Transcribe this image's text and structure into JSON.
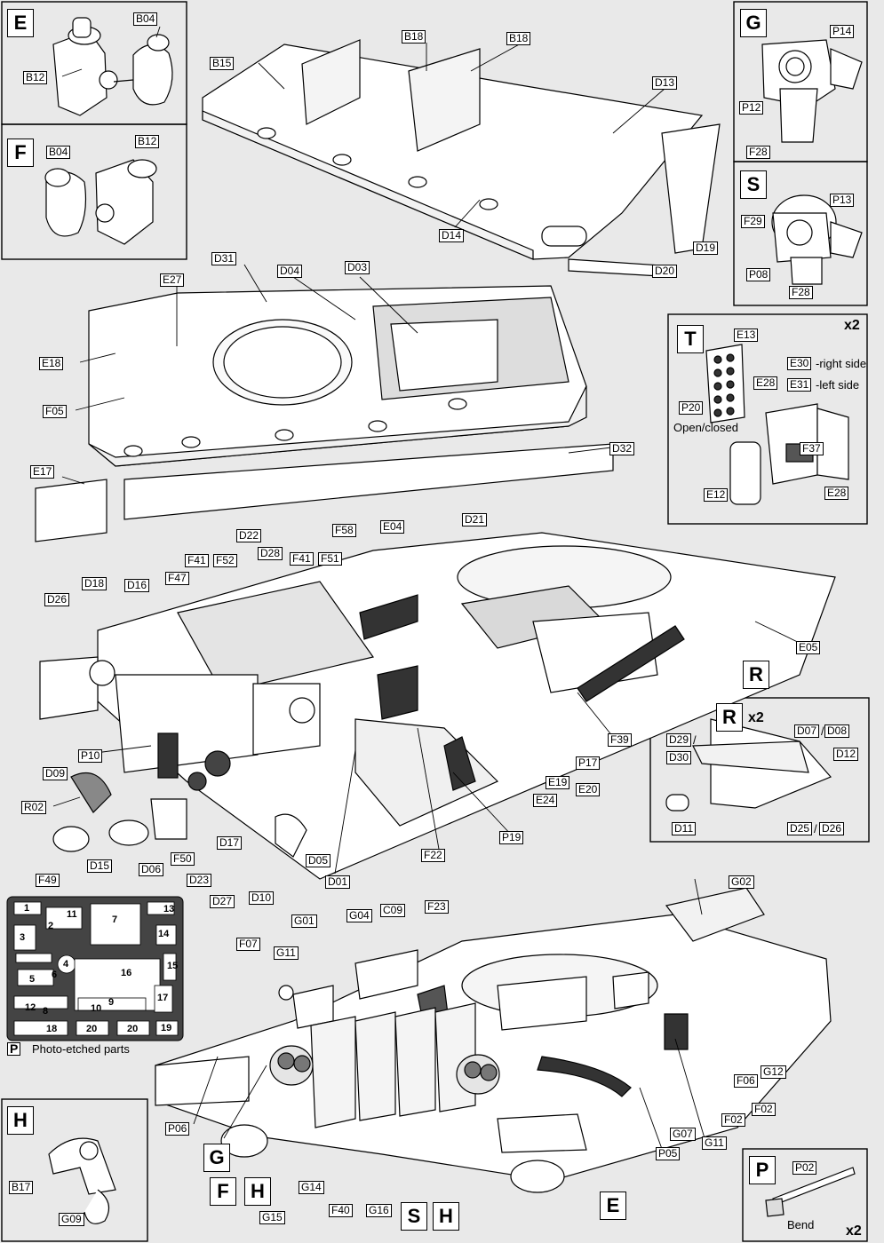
{
  "panels": {
    "E": "E",
    "F": "F",
    "G": "G",
    "S": "S",
    "T": "T",
    "R": "R",
    "P": "P",
    "H": "H"
  },
  "callouts": {
    "B04": "B04",
    "B12": "B12",
    "B18a": "B18",
    "B18b": "B18",
    "B15": "B15",
    "D13": "D13",
    "D14": "D14",
    "D19": "D19",
    "D20": "D20",
    "P14": "P14",
    "P12": "P12",
    "F28": "F28",
    "P13": "P13",
    "F29": "F29",
    "P08": "P08",
    "F28b": "F28",
    "D31": "D31",
    "D04": "D04",
    "D03": "D03",
    "E27": "E27",
    "E18": "E18",
    "F05": "F05",
    "D32": "D32",
    "E17": "E17",
    "E13": "E13",
    "E30": "E30",
    "E31": "E31",
    "E28": "E28",
    "P20": "P20",
    "F37": "F37",
    "E12": "E12",
    "E28b": "E28",
    "D22": "D22",
    "F41": "F41",
    "F52": "F52",
    "D28": "D28",
    "F41b": "F41",
    "F51": "F51",
    "F58": "F58",
    "E04": "E04",
    "D21": "D21",
    "D18": "D18",
    "D16": "D16",
    "F47": "F47",
    "D26": "D26",
    "E05": "E05",
    "P10": "P10",
    "D09": "D09",
    "R02": "R02",
    "F39": "F39",
    "P17": "P17",
    "E19": "E19",
    "E20": "E20",
    "E24": "E24",
    "P19": "P19",
    "F22": "F22",
    "D01": "D01",
    "D05": "D05",
    "D10": "D10",
    "D27": "D27",
    "D17": "D17",
    "D23": "D23",
    "F50": "F50",
    "D06": "D06",
    "D15": "D15",
    "F49": "F49",
    "D29": "D29",
    "D30": "D30",
    "D07": "D07",
    "D08": "D08",
    "D12": "D12",
    "D11": "D11",
    "D25": "D25",
    "D26b": "D26",
    "G02": "G02",
    "F23": "F23",
    "C09": "C09",
    "G04": "G04",
    "G01": "G01",
    "F07": "F07",
    "G11": "G11",
    "G12": "G12",
    "F06": "F06",
    "F02": "F02",
    "F02b": "F02",
    "G11b": "G11",
    "G07": "G07",
    "P05": "P05",
    "P06": "P06",
    "G14": "G14",
    "F40": "F40",
    "G16": "G16",
    "G15": "G15",
    "B17": "B17",
    "G09": "G09",
    "P02": "P02"
  },
  "bigletters": {
    "G": "G",
    "F": "F",
    "H": "H",
    "S": "S",
    "H2": "H",
    "E": "E",
    "R": "R"
  },
  "texts": {
    "x2a": "x2",
    "x2b": "x2",
    "x2c": "x2",
    "right_side": "-right side",
    "left_side": "-left side",
    "open_closed": "Open/closed",
    "photo_etched": "Photo-etched parts",
    "bend": "Bend",
    "slash": "/"
  },
  "pe_numbers": [
    "1",
    "2",
    "3",
    "4",
    "5",
    "6",
    "7",
    "8",
    "9",
    "10",
    "11",
    "12",
    "13",
    "14",
    "15",
    "16",
    "17",
    "18",
    "19",
    "20",
    "20"
  ],
  "colors": {
    "background": "#e9e9e9",
    "part_fill": "#ffffff",
    "ink": "#000000",
    "pe_fret": "#444444",
    "dark_part": "#333333"
  }
}
